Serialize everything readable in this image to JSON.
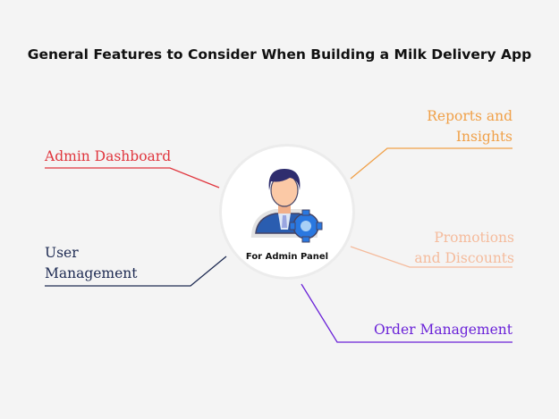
{
  "title": "General Features to Consider When Building a Milk Delivery App",
  "center": {
    "label": "For Admin Panel",
    "icon": "admin-gear-icon"
  },
  "features": [
    {
      "lines": [
        "Admin Dashboard"
      ],
      "color": "#e0353d"
    },
    {
      "lines": [
        "User",
        "Management"
      ],
      "color": "#1d2a52"
    },
    {
      "lines": [
        "Reports and",
        "Insights"
      ],
      "color": "#f0a048"
    },
    {
      "lines": [
        "Promotions",
        "and Discounts"
      ],
      "color": "#f5bb9c"
    },
    {
      "lines": [
        "Order Management"
      ],
      "color": "#6a22d8"
    }
  ]
}
